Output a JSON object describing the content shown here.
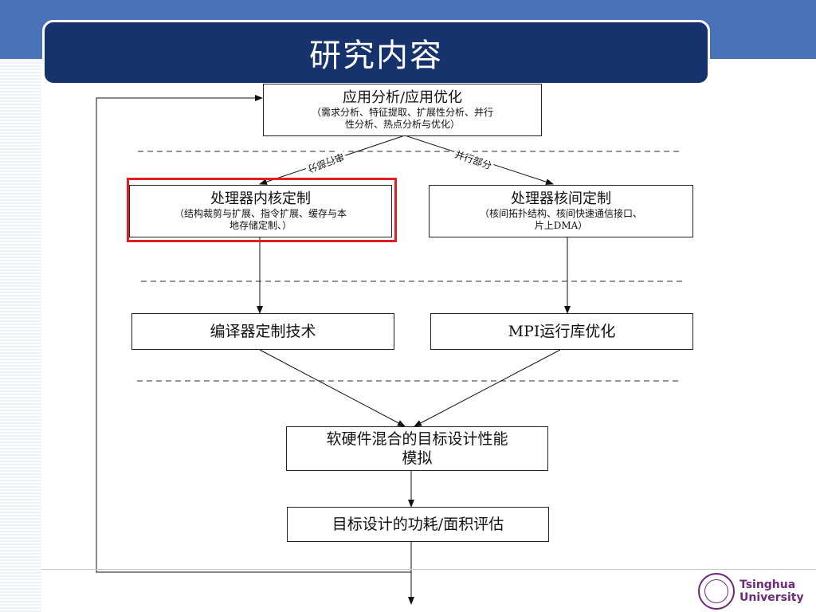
{
  "slide": {
    "title": "研究内容"
  },
  "diagram": {
    "app_analysis": {
      "main": "应用分析/应用优化",
      "sub_line1": "（需求分析、特征提取、扩展性分析、并行",
      "sub_line2": "性分析、热点分析与优化）"
    },
    "core_custom": {
      "main": "处理器内核定制",
      "sub_line1": "（结构裁剪与扩展、指令扩展、缓存与本",
      "sub_line2": "地存储定制、）"
    },
    "inter_core": {
      "main": "处理器核间定制",
      "sub_line1": "（核间拓扑结构、核间快速通信接口、",
      "sub_line2": "片上DMA）"
    },
    "compiler": {
      "main": "编译器定制技术"
    },
    "mpi": {
      "main": "MPI运行库优化"
    },
    "simulation": {
      "main_line1": "软硬件混合的目标设计性能",
      "main_line2": "模拟"
    },
    "estimation": {
      "main": "目标设计的功耗/面积评估"
    },
    "edge_labels": {
      "serial": "串行部分",
      "parallel": "并行部分"
    },
    "highlight_color": "#e02020"
  },
  "footer": {
    "logo_line1": "Tsinghua",
    "logo_line2": "University"
  },
  "colors": {
    "header_band": "#4a72b8",
    "title_bar": "#17336e",
    "logo": "#6e2a7a"
  }
}
